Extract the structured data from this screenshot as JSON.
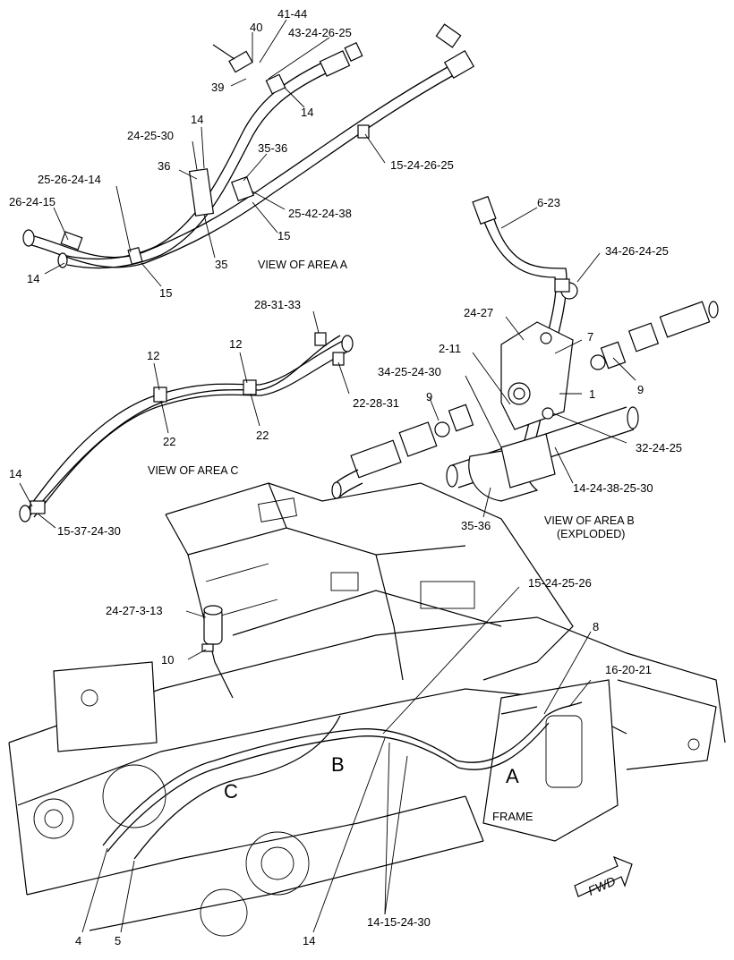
{
  "views": {
    "area_a": "VIEW OF AREA  A",
    "area_c": "VIEW OF AREA  C",
    "area_b_line1": "VIEW OF AREA B",
    "area_b_line2": "(EXPLODED)"
  },
  "area_markers": {
    "a": "A",
    "b": "B",
    "c": "C"
  },
  "frame_label": "FRAME",
  "fwd_label": "FWD",
  "callouts_a": {
    "c40": "40",
    "c41_44": "41-44",
    "c43": "43-24-26-25",
    "c39": "39",
    "c14_top": "14",
    "c14_mid": "14",
    "c24_25_30": "24-25-30",
    "c35_36": "35-36",
    "c36": "36",
    "c15_24_26_25": "15-24-26-25",
    "c25_26_24_14": "25-26-24-14",
    "c26_24_15": "26-24-15",
    "c25_42_24_38": "25-42-24-38",
    "c15_right": "15",
    "c35": "35",
    "c14_left": "14",
    "c15_bottom": "15"
  },
  "callouts_b": {
    "c6_23": "6-23",
    "c34_26_24_25": "34-26-24-25",
    "c24_27": "24-27",
    "c7": "7",
    "c2_11": "2-11",
    "c34_25_24_30": "34-25-24-30",
    "c1": "1",
    "c9_right": "9",
    "c9_left": "9",
    "c32_24_25": "32-24-25",
    "c14_24_38_25_30": "14-24-38-25-30",
    "c35_36": "35-36"
  },
  "callouts_c": {
    "c28_31_33": "28-31-33",
    "c12_left": "12",
    "c12_right": "12",
    "c22_28_31": "22-28-31",
    "c22_left": "22",
    "c22_right": "22",
    "c14": "14",
    "c15_37_24_30": "15-37-24-30"
  },
  "callouts_main": {
    "c15_24_25_26": "15-24-25-26",
    "c8": "8",
    "c16_20_21": "16-20-21",
    "c24_27_3_13": "24-27-3-13",
    "c10": "10",
    "c4": "4",
    "c5": "5",
    "c14": "14",
    "c14_15_24_30": "14-15-24-30"
  }
}
